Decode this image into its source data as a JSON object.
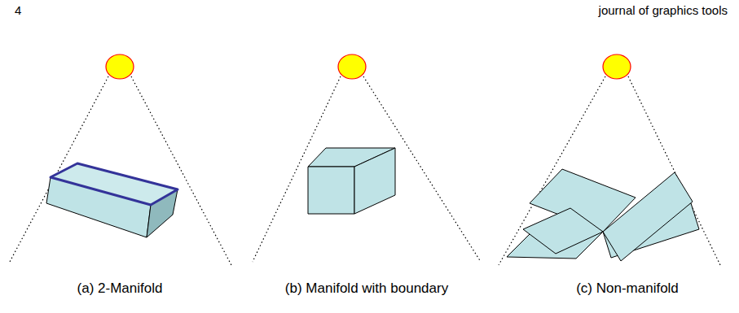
{
  "diagram": {
    "labels": [
      "4",
      "journal of graphics tools",
      "(a) 2-Manifold",
      "(b) Manifold with boundary",
      "(c) Non-manifold"
    ]
  }
}
